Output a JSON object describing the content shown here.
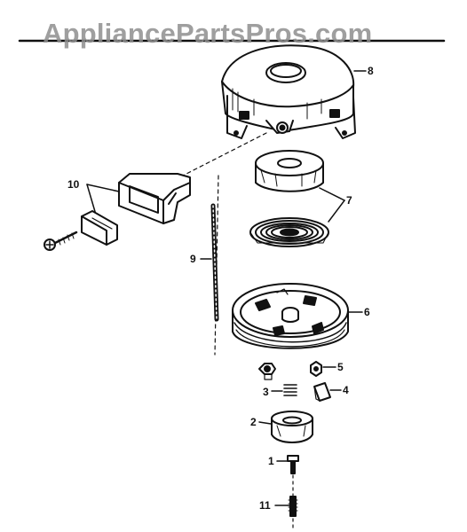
{
  "watermark": "AppliancePartsPros.com",
  "callouts": {
    "c1": "1",
    "c2": "2",
    "c3": "3",
    "c4": "4",
    "c5": "5",
    "c6": "6",
    "c7": "7",
    "c8": "8",
    "c9": "9",
    "c10": "10",
    "c11": "11"
  },
  "colors": {
    "ink": "#111111",
    "watermark": "#8f8f8f",
    "paper": "#ffffff"
  }
}
